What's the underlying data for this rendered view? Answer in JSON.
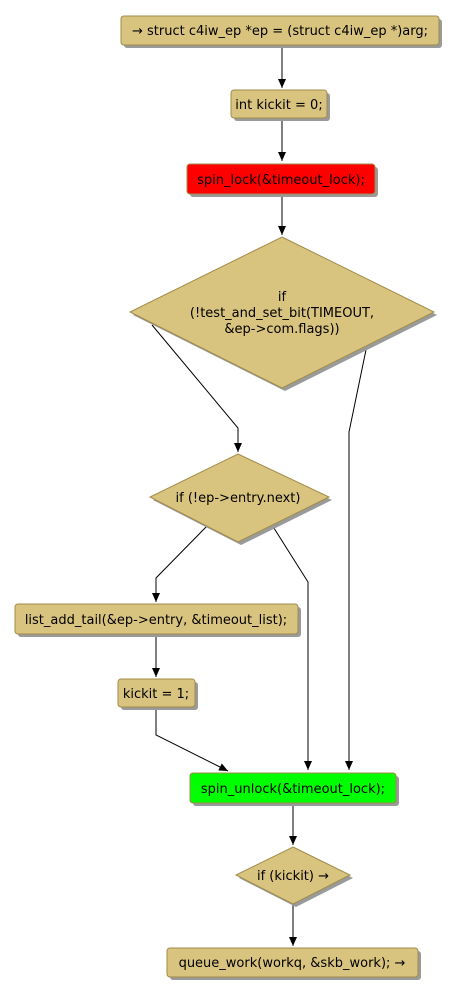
{
  "colors": {
    "node_fill": "#d9c47f",
    "node_stroke": "#a08c4a",
    "lock_fill": "#ff0000",
    "unlock_fill": "#00ff00",
    "shadow": "#9a9a9a",
    "edge": "#000000"
  },
  "nodes": {
    "start": "→ struct c4iw_ep *ep = (struct c4iw_ep *)arg;",
    "kickit_init": "int kickit = 0;",
    "spin_lock": "spin_lock(&timeout_lock);",
    "if_timeout": [
      "if",
      "(!test_and_set_bit(TIMEOUT,",
      "&ep->com.flags))"
    ],
    "if_entry": "if (!ep->entry.next)",
    "list_add": "list_add_tail(&ep->entry, &timeout_list);",
    "kickit_set": "kickit = 1;",
    "spin_unlock": "spin_unlock(&timeout_lock);",
    "if_kickit": "if (kickit) →",
    "queue_work": "queue_work(workq, &skb_work); →"
  }
}
